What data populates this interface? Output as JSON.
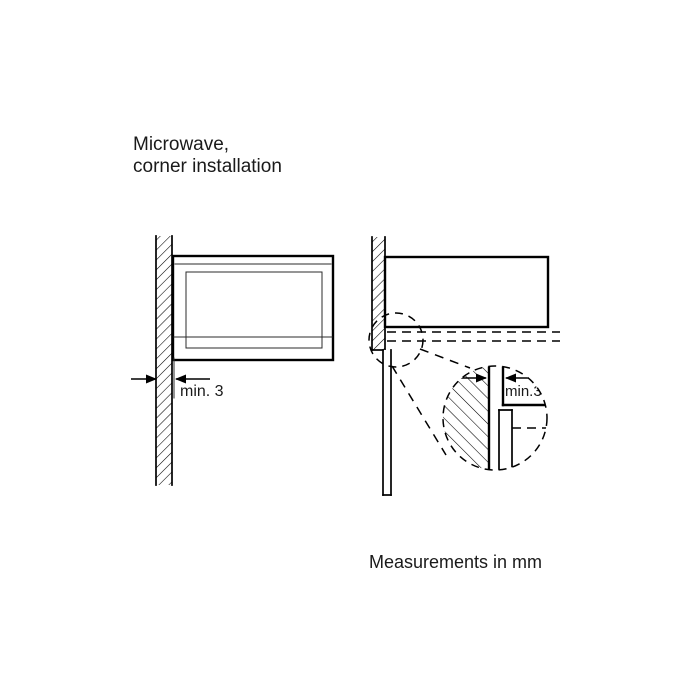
{
  "document": {
    "title_line_1": "Microwave,",
    "title_line_2": "corner installation",
    "caption": "Measurements in mm"
  },
  "front_view": {
    "name": "front-elevation-view",
    "wall_label": "hatched-wall",
    "dimension": {
      "label": "min. 3",
      "value": 3,
      "unit": "mm",
      "qualifier": "min."
    }
  },
  "top_view": {
    "name": "top-plan-view",
    "wall_label": "hatched-wall",
    "dimension": {
      "label": "min.3",
      "value": 3,
      "unit": "mm",
      "qualifier": "min."
    }
  },
  "detail_callout": {
    "name": "magnified-corner-detail",
    "dimension_label": "min.3"
  },
  "colors": {
    "line": "#000000",
    "background": "#ffffff",
    "text": "#1a1a1a"
  }
}
